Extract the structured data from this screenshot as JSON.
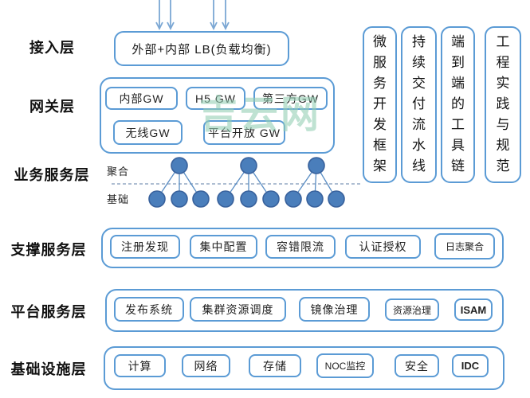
{
  "watermark": {
    "text": "吉云网",
    "color": "#94ceb4"
  },
  "colors": {
    "border_blue": "#5b9bd5",
    "node_fill": "#4a7ebb",
    "node_stroke": "#38619c",
    "arrow_blue": "#7ba7d4",
    "dashed_line": "#94a9c4"
  },
  "access_layer": {
    "label": "接入层",
    "lb_label": "外部+内部 LB(负载均衡)"
  },
  "gateway_layer": {
    "label": "网关层",
    "boxes": [
      "内部GW",
      "H5 GW",
      "第三方GW",
      "无线GW",
      "平台开放 GW"
    ]
  },
  "business_layer": {
    "label": "业务服务层",
    "aggregate_label": "聚合",
    "base_label": "基础"
  },
  "support_layer": {
    "label": "支撑服务层",
    "boxes": [
      "注册发现",
      "集中配置",
      "容错限流",
      "认证授权",
      "日志聚合"
    ]
  },
  "platform_layer": {
    "label": "平台服务层",
    "boxes": [
      "发布系统",
      "集群资源调度",
      "镜像治理",
      "资源治理",
      "ISAM"
    ]
  },
  "infra_layer": {
    "label": "基础设施层",
    "boxes": [
      "计算",
      "网络",
      "存储",
      "NOC监控",
      "安全",
      "IDC"
    ]
  },
  "pillars": [
    "微服务开发框架",
    "持续交付流水线",
    "端到端的工具链",
    "工程实践与规范"
  ]
}
